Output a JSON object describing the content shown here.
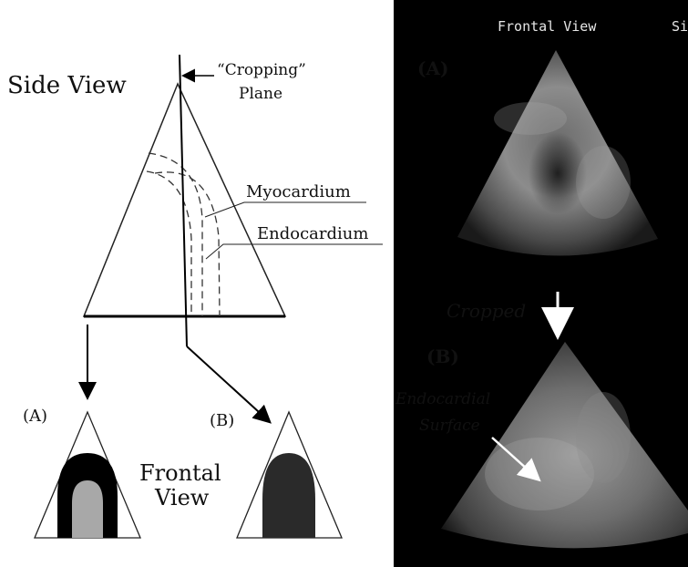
{
  "left_panel": {
    "side_view_title": "Side View",
    "cropping_label_line1": "“Cropping”",
    "cropping_label_line2": "Plane",
    "myocardium_label": "Myocardium",
    "endocardium_label": "Endocardium",
    "label_a": "(A)",
    "label_b": "(B)",
    "frontal_view_line1": "Frontal",
    "frontal_view_line2": "View"
  },
  "right_panel": {
    "header_frontal": "Frontal View",
    "header_side_partial": "Si",
    "label_a": "(A)",
    "cropped_label": "Cropped",
    "label_b": "(B)",
    "endocardial_line1": "Endocardial",
    "endocardial_line2": "Surface"
  },
  "colors": {
    "outer_ring": "#000000",
    "inner_fill": "#a8a8a8",
    "solid_fill": "#2a2a2a",
    "ultrasound_bg": "#000000"
  }
}
